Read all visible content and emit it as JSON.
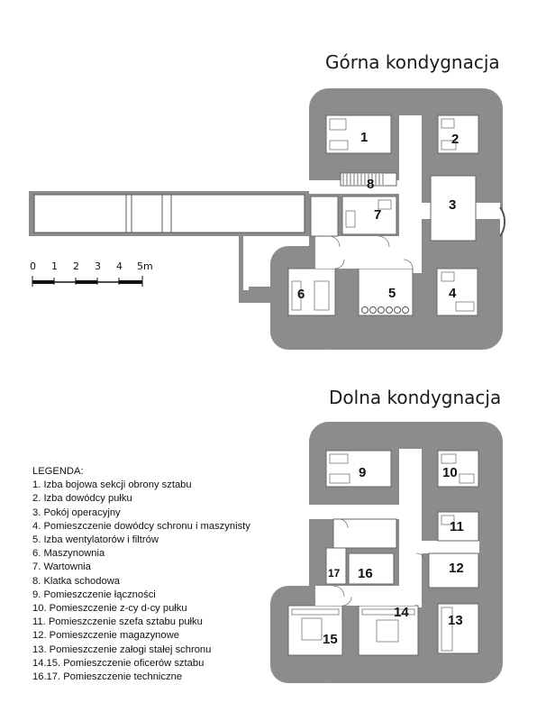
{
  "upper_title": "Górna kondygnacja",
  "lower_title": "Dolna kondygnacja",
  "scale_labels": [
    "0",
    "1",
    "2",
    "3",
    "4",
    "5m"
  ],
  "legend_title": "LEGENDA:",
  "legend_items": [
    "1. Izba bojowa sekcji obrony sztabu",
    "2. Izba dowódcy pułku",
    "3. Pokój operacyjny",
    "4. Pomieszczenie dowódcy schronu i maszynisty",
    "5. Izba wentylatorów i filtrów",
    "6. Maszynownia",
    "7. Wartownia",
    "8. Klatka schodowa",
    "9. Pomieszczenie łączności",
    "10. Pomieszczenie z-cy d-cy pułku",
    "11. Pomieszczenie szefa sztabu pułku",
    "12. Pomieszczenie magazynowe",
    "13. Pomieszczenie załogi stałej schronu",
    "14.15. Pomieszczenie oficerów sztabu",
    "16.17. Pomieszczenie techniczne"
  ],
  "room_numbers": {
    "r1": "1",
    "r2": "2",
    "r3": "3",
    "r4": "4",
    "r5": "5",
    "r6": "6",
    "r7": "7",
    "r8": "8",
    "r9": "9",
    "r10": "10",
    "r11": "11",
    "r12": "12",
    "r13": "13",
    "r14": "14",
    "r15": "15",
    "r16": "16",
    "r17": "17"
  },
  "colors": {
    "wall": "#8c8c8c",
    "room": "#ffffff",
    "text": "#111111"
  }
}
